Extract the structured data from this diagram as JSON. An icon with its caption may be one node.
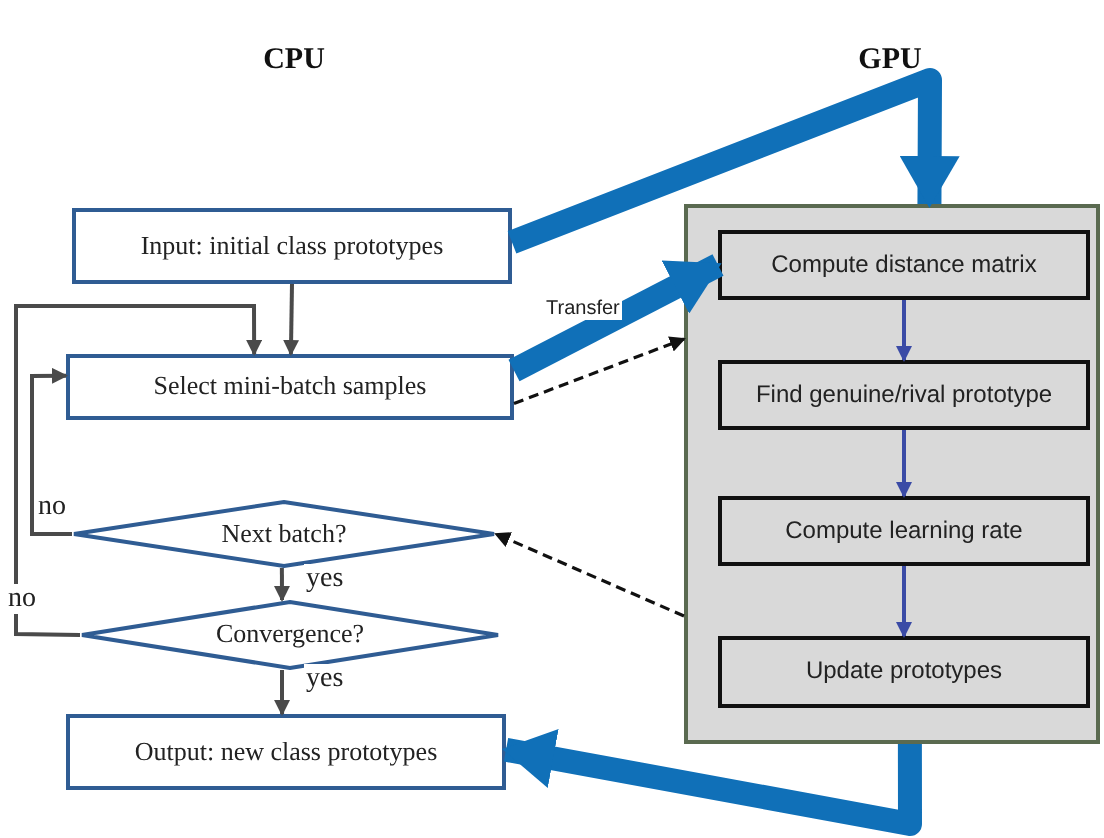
{
  "diagram": {
    "nodes": [
      {
        "text": [
          "Input: initial class prototypes"
        ]
      },
      {
        "text": [
          "Select mini-batch samples"
        ]
      },
      {
        "text": [
          "Next batch?"
        ]
      },
      {
        "text": [
          "Convergence?"
        ]
      },
      {
        "text": [
          "Output: new class prototypes"
        ]
      },
      {
        "text": [],
        "shape": "box"
      },
      {
        "text": [
          "Compute distance matrix"
        ],
        "in": 5
      },
      {
        "text": [
          "Find genuine/rival prototype"
        ],
        "in": 5
      },
      {
        "text": [
          "Compute learning rate"
        ],
        "in": 5
      },
      {
        "text": [
          "Update prototypes"
        ],
        "in": 5
      }
    ],
    "edges": [
      {
        "from": 0,
        "to": 1,
        "arrow": "to"
      },
      {
        "from": 0,
        "to": 5,
        "arrow": "to",
        "style": "thick",
        "color": "#1070b8"
      },
      {
        "from": 1,
        "to": 6,
        "arrow": "to",
        "style": "thick",
        "color": "#1070b8",
        "label": "Transfer"
      },
      {
        "from": 1,
        "to": 5,
        "arrow": "to",
        "style": "dashed",
        "color": "#111111"
      },
      {
        "from": 5,
        "to": 2,
        "arrow": "to",
        "style": "dashed",
        "color": "#111111"
      },
      {
        "from": 2,
        "to": 1,
        "arrow": "to",
        "label": "no"
      },
      {
        "from": 2,
        "to": 3,
        "arrow": "to",
        "label": "yes"
      },
      {
        "from": 3,
        "to": 1,
        "arrow": "to",
        "label": "no"
      },
      {
        "from": 3,
        "to": 4,
        "arrow": "to",
        "label": "yes"
      },
      {
        "from": 6,
        "to": 7,
        "arrow": "to",
        "color": "#3b4ba6"
      },
      {
        "from": 7,
        "to": 8,
        "arrow": "to",
        "color": "#3b4ba6"
      },
      {
        "from": 8,
        "to": 9,
        "arrow": "to",
        "color": "#3b4ba6"
      },
      {
        "from": 5,
        "to": 4,
        "arrow": "to",
        "style": "thick",
        "color": "#1070b8"
      }
    ],
    "labels": [
      "CPU",
      "GPU"
    ]
  }
}
